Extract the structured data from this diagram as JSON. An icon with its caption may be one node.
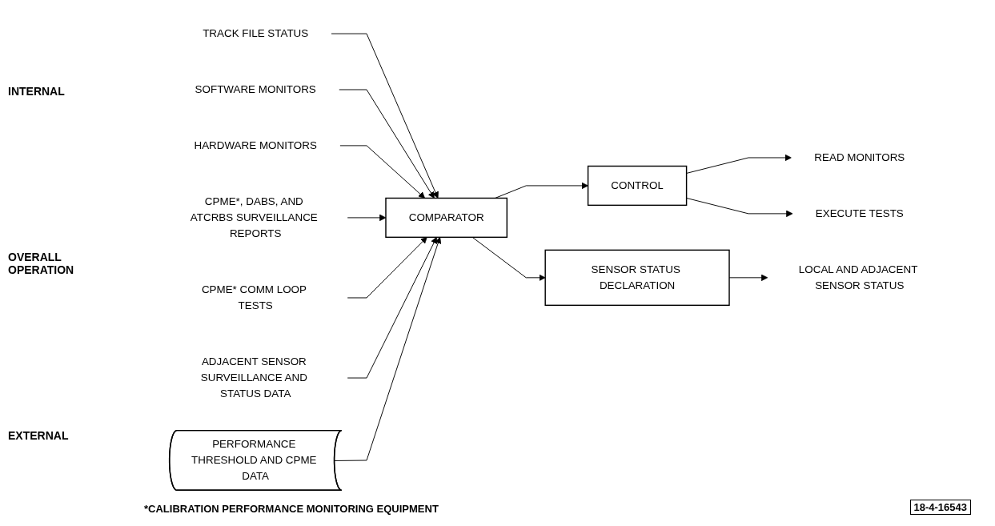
{
  "diagram": {
    "nodes": [
      {
        "text": [
          "TRACK FILE STATUS"
        ]
      },
      {
        "text": [
          "SOFTWARE MONITORS"
        ]
      },
      {
        "text": [
          "HARDWARE MONITORS"
        ]
      },
      {
        "text": [
          "CPME*, DABS, AND ATCRBS SURVEILLANCE REPORTS"
        ]
      },
      {
        "text": [
          "CPME* COMM LOOP TESTS"
        ]
      },
      {
        "text": [
          "ADJACENT SENSOR SURVEILLANCE AND STATUS DATA"
        ]
      },
      {
        "text": [
          "COMPARATOR"
        ]
      },
      {
        "text": [
          "PERFORMANCE THRESHOLD AND CPME DATA"
        ]
      },
      {
        "text": [
          "CONTROL"
        ]
      },
      {
        "text": [
          "READ MONITORS"
        ]
      },
      {
        "text": [
          "EXECUTE TESTS"
        ]
      },
      {
        "text": [
          "SENSOR STATUS DECLARATION"
        ]
      },
      {
        "text": [
          "LOCAL AND ADJACENT SENSOR STATUS"
        ]
      }
    ],
    "edges": [
      {
        "from": 0,
        "to": 6,
        "arrow": "to"
      },
      {
        "from": 1,
        "to": 6,
        "arrow": "to"
      },
      {
        "from": 2,
        "to": 6,
        "arrow": "to"
      },
      {
        "from": 3,
        "to": 6,
        "arrow": "to"
      },
      {
        "from": 4,
        "to": 6,
        "arrow": "to"
      },
      {
        "from": 5,
        "to": 6,
        "arrow": "to"
      },
      {
        "from": 7,
        "to": 6,
        "arrow": "to"
      },
      {
        "from": 6,
        "to": 8,
        "arrow": "to"
      },
      {
        "from": 8,
        "to": 9,
        "arrow": "to"
      },
      {
        "from": 8,
        "to": 10,
        "arrow": "to"
      },
      {
        "from": 6,
        "to": 11,
        "arrow": "to"
      },
      {
        "from": 11,
        "to": 12,
        "arrow": "to"
      }
    ],
    "labels": [
      "INTERNAL",
      "OVERALL OPERATION",
      "EXTERNAL",
      "*CALIBRATION PERFORMANCE MONITORING EQUIPMENT",
      "18-4-16543"
    ]
  }
}
